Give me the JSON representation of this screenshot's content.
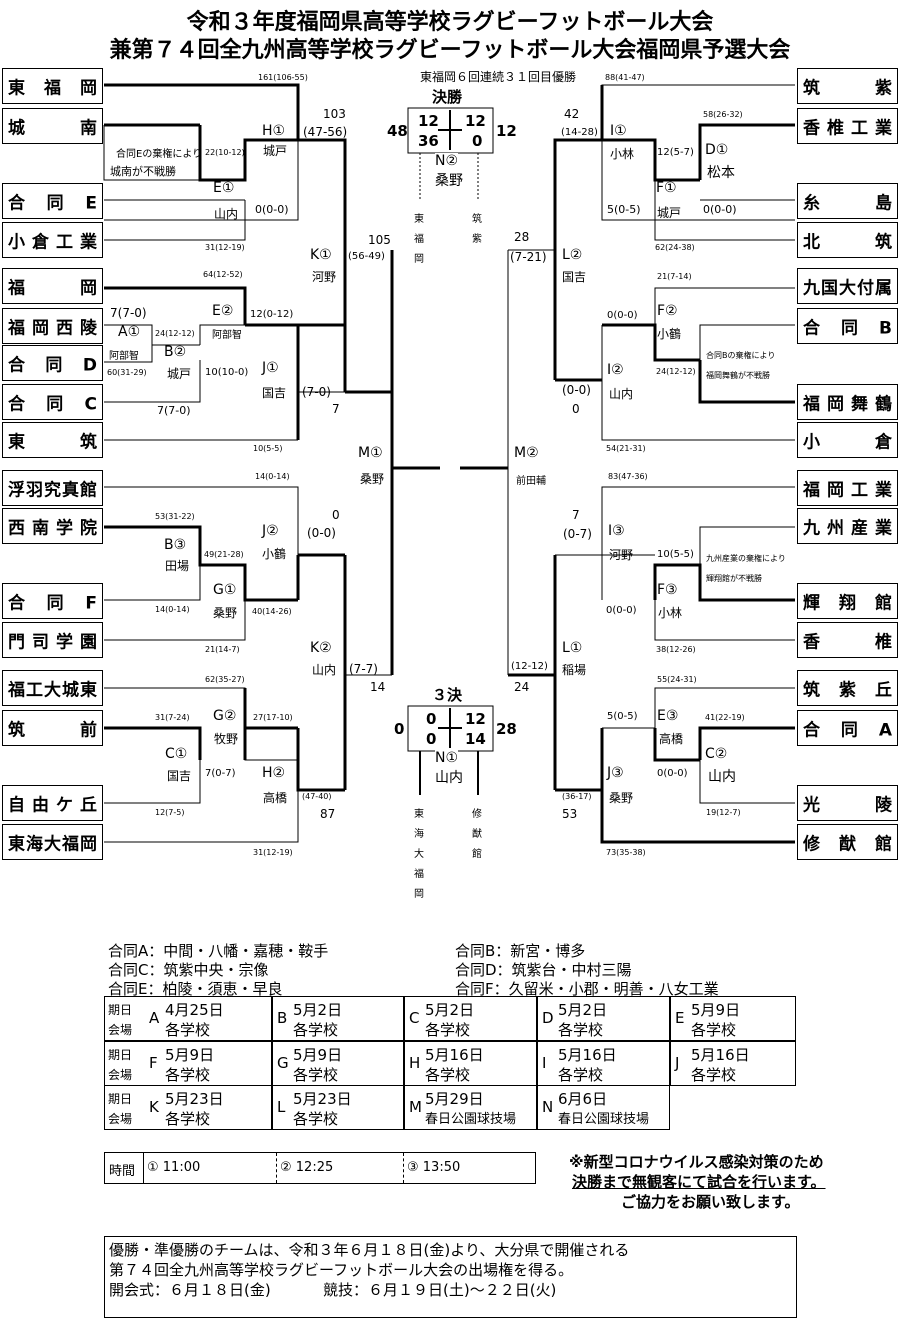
{
  "title": {
    "line1": "令和３年度福岡県高等学校ラグビーフットボール大会",
    "line2": "兼第７４回全九州高等学校ラグビーフットボール大会福岡県予選大会"
  },
  "left_teams": [
    "東　福　岡",
    "城　　　南",
    "合　同　E",
    "小倉工業",
    "福　　　岡",
    "福岡西陵",
    "合　同　D",
    "合　同　C",
    "東　　　筑",
    "浮羽究真館",
    "西南学院",
    "合　同　F",
    "門司学園",
    "福工大城東",
    "筑　　　前",
    "自由ケ丘",
    "東海大福岡"
  ],
  "right_teams": [
    "筑　　　紫",
    "香椎工業",
    "糸　　　島",
    "北　　　筑",
    "九国大付属",
    "合　同　B",
    "福岡舞鶴",
    "小　　　倉",
    "福岡工業",
    "九州産業",
    "輝　翔　館",
    "香　　　椎",
    "筑　紫　丘",
    "合　同　A",
    "光　　　陵",
    "修　猷　館"
  ],
  "final": {
    "heading": "決勝",
    "note": "東福岡６回連続３１回目優勝",
    "left_total": "48",
    "right_total": "12",
    "h1_left": "12",
    "h1_right": "12",
    "h2_left": "36",
    "h2_right": "0",
    "match": "N②",
    "venue": "桑野",
    "left_name": [
      "東",
      "福",
      "岡"
    ],
    "right_name": [
      "筑",
      "紫"
    ]
  },
  "third": {
    "heading": "３決",
    "left_total": "0",
    "right_total": "28",
    "h1_left": "0",
    "h1_right": "12",
    "h2_left": "0",
    "h2_right": "14",
    "match": "N①",
    "venue": "山内",
    "left_name": [
      "東",
      "海",
      "大",
      "福",
      "岡"
    ],
    "right_name": [
      "修",
      "猷",
      "館"
    ]
  },
  "texts": {
    "l_161": "161(106-55)",
    "l_22": "22(10-12)",
    "l_0e": "0(0-0)",
    "l_31a": "31(12-19)",
    "l_103": "103",
    "l_4756": "(47-56)",
    "l_H1": "H①",
    "l_H1v": "城戸",
    "l_E1": "E①",
    "l_E1v": "山内",
    "l_note_e1": "合同Eの棄権により",
    "l_note_e2": "城南が不戦勝",
    "l_105": "105",
    "l_5649": "(56-49)",
    "l_K1": "K①",
    "l_K1v": "河野",
    "l_64": "64(12-52)",
    "l_E2": "E②",
    "l_E2v": "阿部智",
    "l_12": "12(0-12)",
    "l_7a": "7(7-0)",
    "l_A1": "A①",
    "l_A1v": "阿部智",
    "l_24": "24(12-12)",
    "l_B2": "B②",
    "l_B2v": "城戸",
    "l_60": "60(31-29)",
    "l_10a": "10(10-0)",
    "l_7b": "7(7-0)",
    "l_J1": "J①",
    "l_J1v": "国吉",
    "l_70": "(7-0)",
    "l_7c": "7",
    "l_10b": "10(5-5)",
    "l_M1": "M①",
    "l_M1v": "桑野",
    "l_14": "14(0-14)",
    "l_0j": "0",
    "l_00j": "(0-0)",
    "l_J2": "J②",
    "l_J2v": "小鶴",
    "l_53": "53(31-22)",
    "l_B3": "B③",
    "l_B3v": "田場",
    "l_49": "49(21-28)",
    "l_G1": "G①",
    "l_G1v": "桑野",
    "l_14b": "14(0-14)",
    "l_40": "40(14-26)",
    "l_21": "21(14-7)",
    "l_K2": "K②",
    "l_K2v": "山内",
    "l_77": "(7-7)",
    "l_14c": "14",
    "l_62": "62(35-27)",
    "l_G2": "G②",
    "l_G2v": "牧野",
    "l_27": "27(17-10)",
    "l_31b": "31(7-24)",
    "l_C1": "C①",
    "l_C1v": "国吉",
    "l_70b": "7(0-7)",
    "l_12b": "12(7-5)",
    "l_H2": "H②",
    "l_H2v": "高橋",
    "l_4740": "(47-40)",
    "l_87": "87",
    "l_31c": "31(12-19)",
    "r_88": "88(41-47)",
    "r_42": "42",
    "r_1428": "(14-28)",
    "r_I1": "I①",
    "r_I1v": "小林",
    "r_58": "58(26-32)",
    "r_D1": "D①",
    "r_D1v": "松本",
    "r_12": "12(5-7)",
    "r_F1": "F①",
    "r_F1v": "城戸",
    "r_5": "5(0-5)",
    "r_0f": "0(0-0)",
    "r_62": "62(24-38)",
    "r_28": "28",
    "r_721": "(7-21)",
    "r_L2": "L②",
    "r_L2v": "国吉",
    "r_21": "21(7-14)",
    "r_0a": "0(0-0)",
    "r_F2": "F②",
    "r_F2v": "小鶴",
    "r_note_b1": "合同Bの棄権により",
    "r_note_b2": "福岡舞鶴が不戦勝",
    "r_24": "24(12-12)",
    "r_I2": "I②",
    "r_I2v": "山内",
    "r_00": "(0-0)",
    "r_0": "0",
    "r_54": "54(21-31)",
    "r_M2": "M②",
    "r_M2v": "前田輔",
    "r_83": "83(47-36)",
    "r_7": "7",
    "r_07": "(0-7)",
    "r_I3": "I③",
    "r_I3v": "河野",
    "r_10": "10(5-5)",
    "r_note_k1": "九州産業の棄権により",
    "r_note_k2": "輝翔館が不戦勝",
    "r_F3": "F③",
    "r_F3v": "小林",
    "r_0b": "0(0-0)",
    "r_38": "38(12-26)",
    "r_1212": "(12-12)",
    "r_24b": "24",
    "r_L1": "L①",
    "r_L1v": "稲場",
    "r_55": "55(24-31)",
    "r_5b": "5(0-5)",
    "r_E3": "E③",
    "r_E3v": "高橋",
    "r_41": "41(22-19)",
    "r_C2": "C②",
    "r_C2v": "山内",
    "r_0c": "0(0-0)",
    "r_3617": "(36-17)",
    "r_53": "53",
    "r_J3": "J③",
    "r_J3v": "桑野",
    "r_19": "19(12-7)",
    "r_73": "73(35-38)"
  },
  "joint_teams": [
    "合同A：中間・八幡・嘉穂・鞍手",
    "合同B：新宮・博多",
    "合同C：筑紫中央・宗像",
    "合同D：筑紫台・中村三陽",
    "合同E：柏陵・須恵・早良",
    "合同F：久留米・小郡・明善・八女工業"
  ],
  "schedule": {
    "lbl_date": "期日",
    "lbl_venue": "会場",
    "rows": [
      [
        {
          "k": "A",
          "d": "4月25日",
          "v": "各学校"
        },
        {
          "k": "B",
          "d": "5月2日",
          "v": "各学校"
        },
        {
          "k": "C",
          "d": "5月2日",
          "v": "各学校"
        },
        {
          "k": "D",
          "d": "5月2日",
          "v": "各学校"
        },
        {
          "k": "E",
          "d": "5月9日",
          "v": "各学校"
        }
      ],
      [
        {
          "k": "F",
          "d": "5月9日",
          "v": "各学校"
        },
        {
          "k": "G",
          "d": "5月9日",
          "v": "各学校"
        },
        {
          "k": "H",
          "d": "5月16日",
          "v": "各学校"
        },
        {
          "k": "I",
          "d": "5月16日",
          "v": "各学校"
        },
        {
          "k": "J",
          "d": "5月16日",
          "v": "各学校"
        }
      ],
      [
        {
          "k": "K",
          "d": "5月23日",
          "v": "各学校"
        },
        {
          "k": "L",
          "d": "5月23日",
          "v": "各学校"
        },
        {
          "k": "M",
          "d": "5月29日",
          "v": "春日公園球技場"
        },
        {
          "k": "N",
          "d": "6月6日",
          "v": "春日公園球技場"
        }
      ]
    ]
  },
  "times": {
    "label": "時間",
    "t1": "① 11:00",
    "t2": "② 12:25",
    "t3": "③ 13:50"
  },
  "notice": {
    "line1": "※新型コロナウイルス感染対策のため",
    "line2": "決勝まで無観客にて試合を行います。",
    "line3": "ご協力をお願い致します。"
  },
  "footer": {
    "line1": "優勝・準優勝のチームは、令和３年６月１８日(金)より、大分県で開催される",
    "line2": "第７４回全九州高等学校ラグビーフットボール大会の出場権を得る。",
    "line3a": "開会式：６月１８日(金)",
    "line3b": "競技：６月１９日(土)～２２日(火)"
  }
}
